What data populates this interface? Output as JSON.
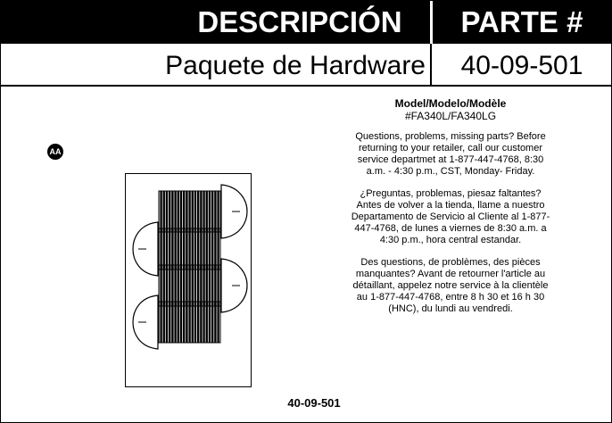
{
  "header": {
    "description_label": "DESCRIPCIÓN",
    "part_label": "PARTE #"
  },
  "item": {
    "description": "Paquete de Hardware",
    "part_number": "40-09-501"
  },
  "model": {
    "title": "Model/Modelo/Modèle",
    "number": "#FA340L/FA340LG"
  },
  "notes": {
    "english": "Questions, problems, missing parts? Before returning to your retailer, call our customer service departmet at 1-877-447-4768, 8:30 a.m. - 4:30 p.m., CST, Monday- Friday.",
    "spanish": "¿Preguntas, problemas, piesaz faltantes? Antes de volver a la tienda, llame a nuestro Departamento de Servicio al Cliente al 1-877-447-4768, de lunes a viernes de 8:30 a.m. a 4:30 p.m., hora central estandar.",
    "french": "Des questions, de problèmes, des pièces manquantes? Avant de retourner l'article au détaillant, appelez notre service à la clientèle au 1-877-447-4768, entre 8 h 30 et 16 h 30 (HNC), du lundi au vendredi."
  },
  "hardware": {
    "badge": "AA",
    "caption": "40-09-501",
    "icon": "truss-head-screw-icon"
  }
}
